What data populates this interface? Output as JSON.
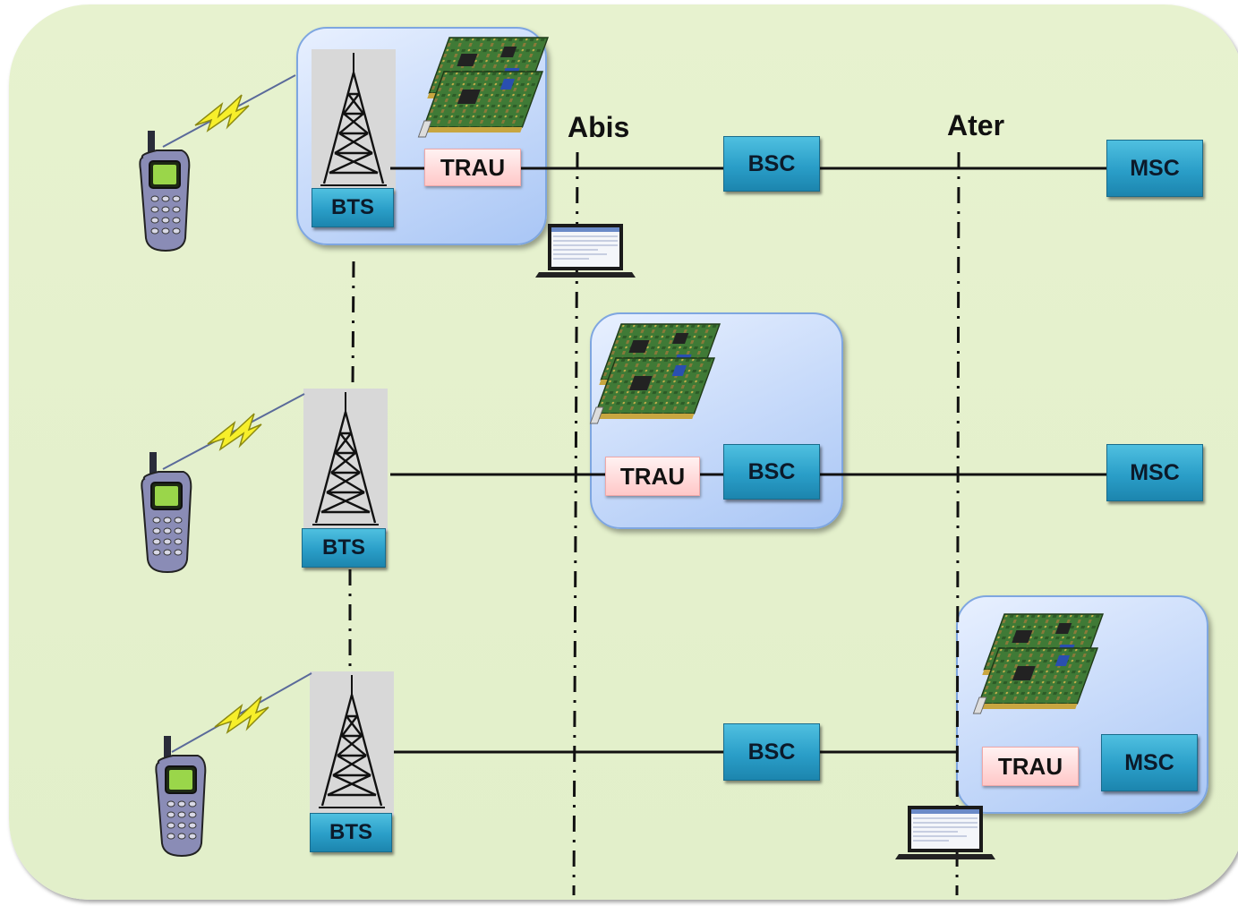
{
  "interfaces": {
    "abis": "Abis",
    "ater": "Ater"
  },
  "nodes": {
    "bts": "BTS",
    "bsc": "BSC",
    "msc": "MSC",
    "trau": "TRAU"
  },
  "colors": {
    "background": "#e4f0cc",
    "node_box": "#2a9ec8",
    "trau_box": "#ffc8c8",
    "group_box": "#a9c6f5",
    "radio_link": "#f7ef2a"
  },
  "rows": [
    {
      "trau_location": "BTS"
    },
    {
      "trau_location": "BSC"
    },
    {
      "trau_location": "MSC"
    }
  ]
}
